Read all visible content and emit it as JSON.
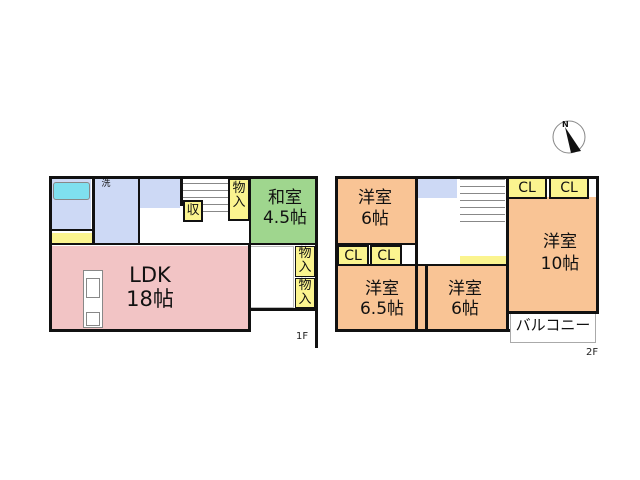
{
  "compass": {
    "label": "N"
  },
  "floor1": {
    "tag": "1F",
    "rooms": {
      "ldk": {
        "name": "LDK",
        "size": "18帖"
      },
      "washitsu": {
        "name": "和室",
        "size": "4.5帖"
      },
      "wash": {
        "name": "洗"
      },
      "storage_stairs": {
        "name": "収"
      },
      "closet_top": {
        "name": "物\n入"
      },
      "closet_mid": {
        "name": "物\n入"
      },
      "closet_bottom": {
        "name": "物\n入"
      }
    }
  },
  "floor2": {
    "tag": "2F",
    "rooms": {
      "youshitsu_a": {
        "name": "洋室",
        "size": "6帖"
      },
      "youshitsu_b": {
        "name": "洋室",
        "size": "6.5帖"
      },
      "youshitsu_c": {
        "name": "洋室",
        "size": "6帖"
      },
      "youshitsu_d": {
        "name": "洋室",
        "size": "10帖"
      },
      "balcony": {
        "name": "バルコニー"
      }
    },
    "closets": [
      "CL",
      "CL",
      "CL",
      "CL"
    ]
  },
  "colors": {
    "ldk": "#f2c4c5",
    "washitsu": "#9fd68e",
    "youshitsu": "#f9c495",
    "water": "#cdd9f5",
    "closet": "#fbf48f",
    "bath": "#7fe0ef"
  }
}
